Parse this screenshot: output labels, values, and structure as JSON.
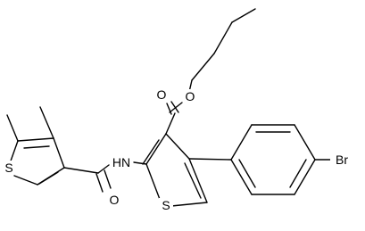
{
  "atoms": {
    "o_ester_carbonyl": "O",
    "o_ester_ether": "O",
    "o_amide": "O",
    "n_amide": "HN",
    "s_left_ring": "S",
    "s_center_ring": "S",
    "br": "Br"
  },
  "colors": {
    "bond": "#000000",
    "label": "#000000",
    "background": "#ffffff"
  }
}
